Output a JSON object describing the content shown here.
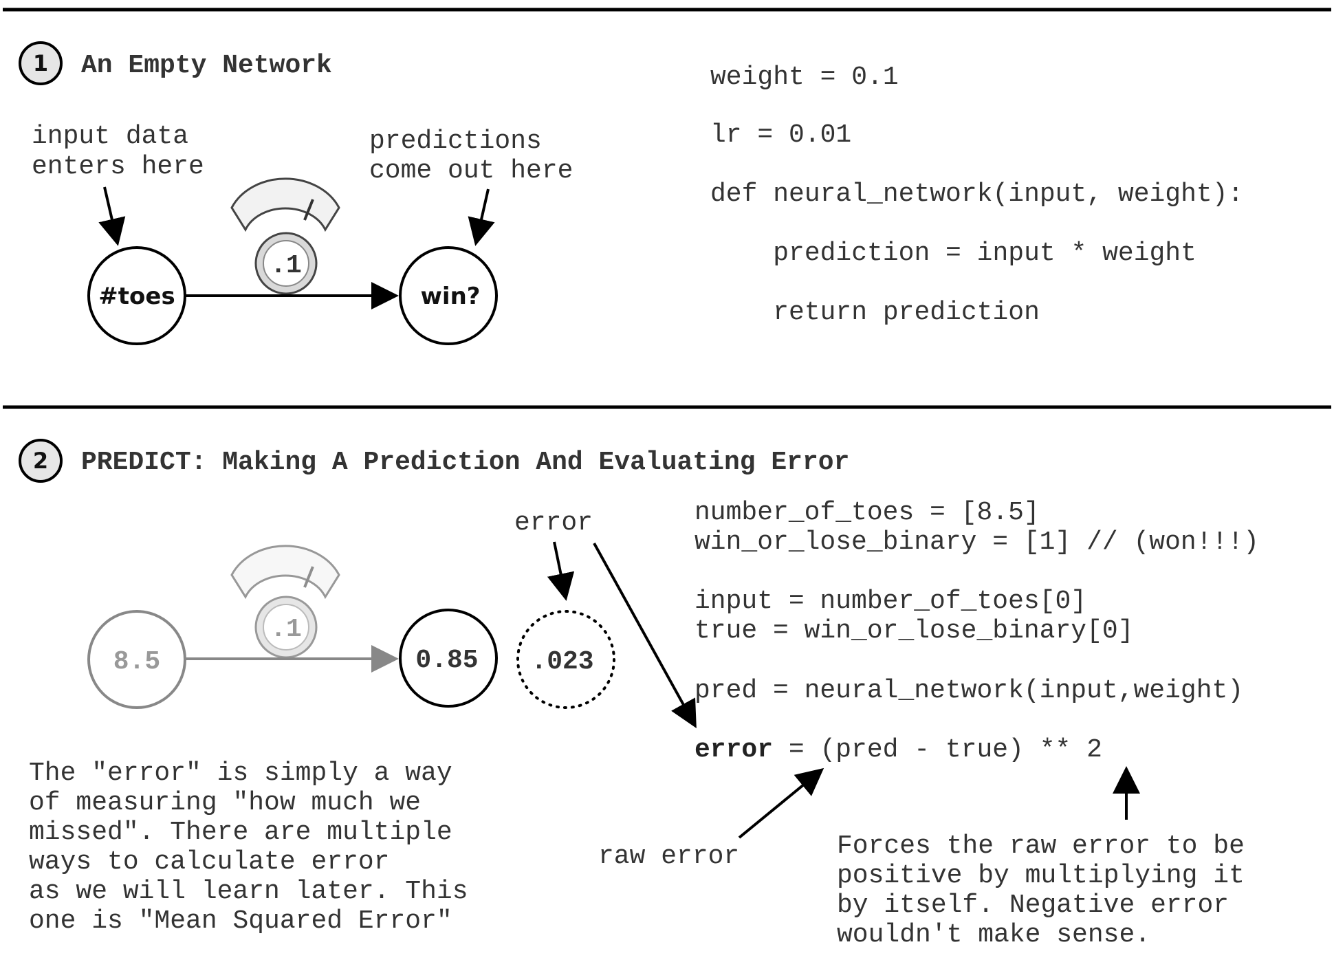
{
  "section1": {
    "number": "1",
    "title": "An Empty Network",
    "input_annotation": [
      "input data",
      "enters here"
    ],
    "output_annotation": [
      "predictions",
      "come out here"
    ],
    "input_node": "#toes",
    "output_node": "win?",
    "weight_label": ".1",
    "code": [
      "weight = 0.1",
      "lr = 0.01",
      "def neural_network(input, weight):",
      "    prediction = input * weight",
      "    return prediction"
    ]
  },
  "section2": {
    "number": "2",
    "title": "PREDICT: Making A Prediction And Evaluating Error",
    "error_annotation": "error",
    "input_node": "8.5",
    "output_node": "0.85",
    "error_node": ".023",
    "weight_label": ".1",
    "code": [
      "number_of_toes = [8.5]",
      "win_or_lose_binary = [1] // (won!!!)",
      "input = number_of_toes[0]",
      "true = win_or_lose_binary[0]",
      "pred = neural_network(input,weight)"
    ],
    "error_line_keyword": "error",
    "error_line_rest": " = (pred - true) ** 2",
    "raw_error_annotation": "raw error",
    "explanation": [
      "The \"error\" is simply a way",
      "of measuring \"how much we",
      "missed\". There are multiple",
      "ways to calculate error",
      "as we will learn later. This",
      "one is \"Mean Squared Error\""
    ],
    "square_note": [
      "Forces the raw error to be",
      "positive by multiplying it",
      "by itself. Negative error",
      "wouldn't make sense."
    ]
  },
  "colors": {
    "text": "#333333",
    "line": "#000000",
    "faded": "#999999",
    "badge_fill": "#e6e6e6"
  }
}
